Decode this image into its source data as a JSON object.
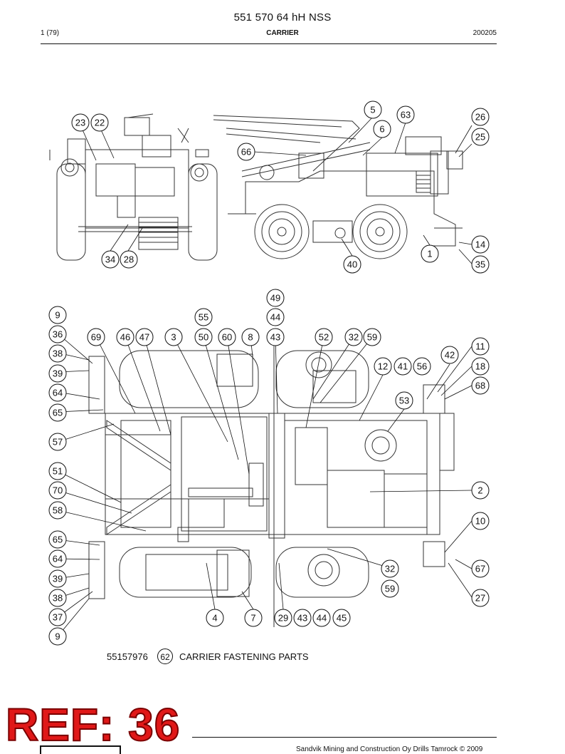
{
  "header": {
    "title": "551 570 64 hH NSS",
    "page": "1 (79)",
    "section": "CARRIER",
    "date": "200205"
  },
  "caption": {
    "code": "55157976",
    "ref_number": "62",
    "text": "CARRIER FASTENING PARTS"
  },
  "ref_stamp": "REF: 36",
  "footer": {
    "copyright": "Sandvik Mining and Construction Oy Drills Tamrock © 2009"
  },
  "callouts": [
    "23",
    "22",
    "5",
    "63",
    "6",
    "66",
    "26",
    "25",
    "14",
    "1",
    "35",
    "40",
    "34",
    "28",
    "49",
    "9",
    "55",
    "44",
    "36",
    "69",
    "46",
    "47",
    "3",
    "50",
    "60",
    "8",
    "43",
    "52",
    "32",
    "59",
    "11",
    "42",
    "38",
    "12",
    "41",
    "56",
    "18",
    "39",
    "68",
    "64",
    "53",
    "65",
    "57",
    "51",
    "2",
    "70",
    "58",
    "10",
    "65",
    "64",
    "67",
    "39",
    "32",
    "38",
    "59",
    "27",
    "37",
    "4",
    "7",
    "29",
    "43",
    "44",
    "45",
    "9"
  ]
}
